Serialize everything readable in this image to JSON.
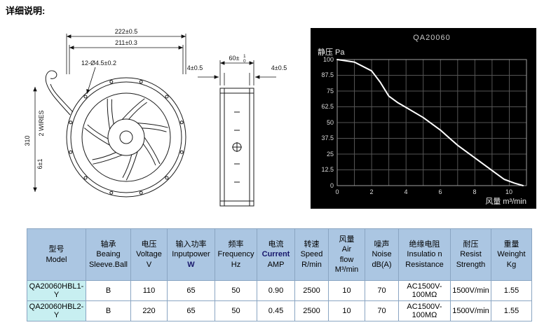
{
  "page": {
    "heading": "详细说明:"
  },
  "colors": {
    "chart_background": "#000000",
    "curve": "#ffffff",
    "table_header_bg": "#abc6e2",
    "model_column_bg": "#c8eff1"
  },
  "drawing": {
    "dims": {
      "outer": "222±0.5",
      "bolt_circle": "211±0.3",
      "holes": "12-Ø4.5±0.2",
      "depth": "60±",
      "depth_upper": "1",
      "depth_lower": "0",
      "flange_left": "4±0.5",
      "flange_right": "4±0.5",
      "wire_len": "310",
      "wires": "2 WIRES",
      "hub": "6±1"
    }
  },
  "chart": {
    "title": "QA20060",
    "y_axis_label": "静压 Pa",
    "x_axis_label": "风量 m³/min",
    "y_ticks": [
      "100",
      "87.5",
      "75",
      "62.5",
      "50",
      "37.5",
      "25",
      "12.5",
      "0"
    ],
    "x_ticks": [
      "0",
      "2",
      "4",
      "6",
      "8",
      "10"
    ]
  },
  "chart_data": {
    "type": "line",
    "title": "QA20060",
    "xlabel": "风量 m³/min",
    "ylabel": "静压 Pa",
    "xlim": [
      0,
      11
    ],
    "ylim": [
      0,
      100
    ],
    "x": [
      0,
      1,
      2,
      2.5,
      3,
      3.5,
      4,
      5,
      6,
      6.5,
      7,
      8,
      9,
      9.7,
      10.3,
      10.8
    ],
    "y": [
      100,
      98,
      91,
      82,
      71,
      66,
      62,
      54,
      44,
      38,
      32,
      22,
      12,
      5,
      2,
      0
    ],
    "grid": true,
    "legend_position": "none",
    "line_color": "#ffffff",
    "background": "#000000"
  },
  "table": {
    "headers": [
      {
        "lines": [
          "型号",
          "Model"
        ]
      },
      {
        "lines": [
          "轴承",
          "Beaing",
          "Sleeve.Ball"
        ]
      },
      {
        "lines": [
          "电压",
          "Voltage",
          "V"
        ]
      },
      {
        "lines": [
          "输入功率",
          "Inputpower",
          "W"
        ]
      },
      {
        "lines": [
          "频率",
          "Frequency",
          "Hz"
        ]
      },
      {
        "lines": [
          "电流",
          "Current",
          "AMP"
        ]
      },
      {
        "lines": [
          "转速",
          "Speed",
          "R/min"
        ]
      },
      {
        "lines": [
          "风量",
          "Air",
          "flow",
          "M³/min"
        ]
      },
      {
        "lines": [
          "噪声",
          "Noise",
          "dB(A)"
        ]
      },
      {
        "lines": [
          "绝缘电阻",
          "Insulatio n",
          "Resistance"
        ]
      },
      {
        "lines": [
          "耐压",
          "Resist",
          "Strength"
        ]
      },
      {
        "lines": [
          "重量",
          "Weinght",
          "Kg"
        ]
      }
    ],
    "rows": [
      [
        "QA20060HBL1-Y",
        "B",
        "110",
        "65",
        "50",
        "0.90",
        "2500",
        "10",
        "70",
        "AC1500V-100MΩ",
        "1500V/​min",
        "1.55"
      ],
      [
        "QA20060HBL2-Y",
        "B",
        "220",
        "65",
        "50",
        "0.45",
        "2500",
        "10",
        "70",
        "AC1500V-100MΩ",
        "1500V/​min",
        "1.55"
      ]
    ]
  }
}
